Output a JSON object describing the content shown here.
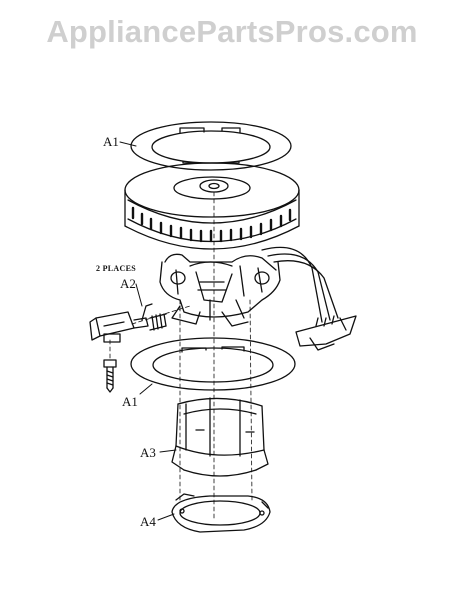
{
  "watermark": "AppliancePartsPros.com",
  "callouts": {
    "a1_top": "A1",
    "a1_bottom": "A1",
    "a2": "A2",
    "a3": "A3",
    "a4": "A4",
    "two_places": "2 PLACES"
  }
}
